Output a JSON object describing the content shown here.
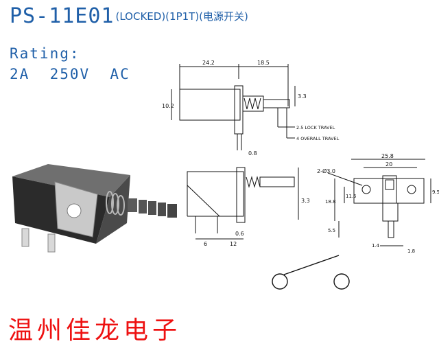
{
  "header": {
    "model": "PS-11E01",
    "subtitle": "(LOCKED)(1P1T)(电源开关)"
  },
  "rating": {
    "label": "Rating:",
    "value": "2A  250V  AC"
  },
  "drawing_side": {
    "dim_a": "24.2",
    "dim_b": "18.5",
    "dim_height": "10.2",
    "dim_right": "3.3",
    "lock_travel": "2.5 LOCK TRAVEL",
    "overall_travel": "4 OVERALL TRAVEL",
    "dim_bottom": "0.8"
  },
  "drawing_front": {
    "dim_height": "3.3",
    "dim_pin": "0.6",
    "dim_left": "6",
    "dim_right": "12"
  },
  "drawing_end": {
    "hole_label": "2-Ø3.0",
    "dim_top": "25.8",
    "dim_inner": "20",
    "dim_height": "18.8",
    "dim_mid": "11.5",
    "dim_right": "9.5",
    "dim_lower": "5.5",
    "dim_pin_width": "1.4",
    "dim_pin_len": "1.8"
  },
  "company": {
    "name": "温州佳龙电子"
  }
}
